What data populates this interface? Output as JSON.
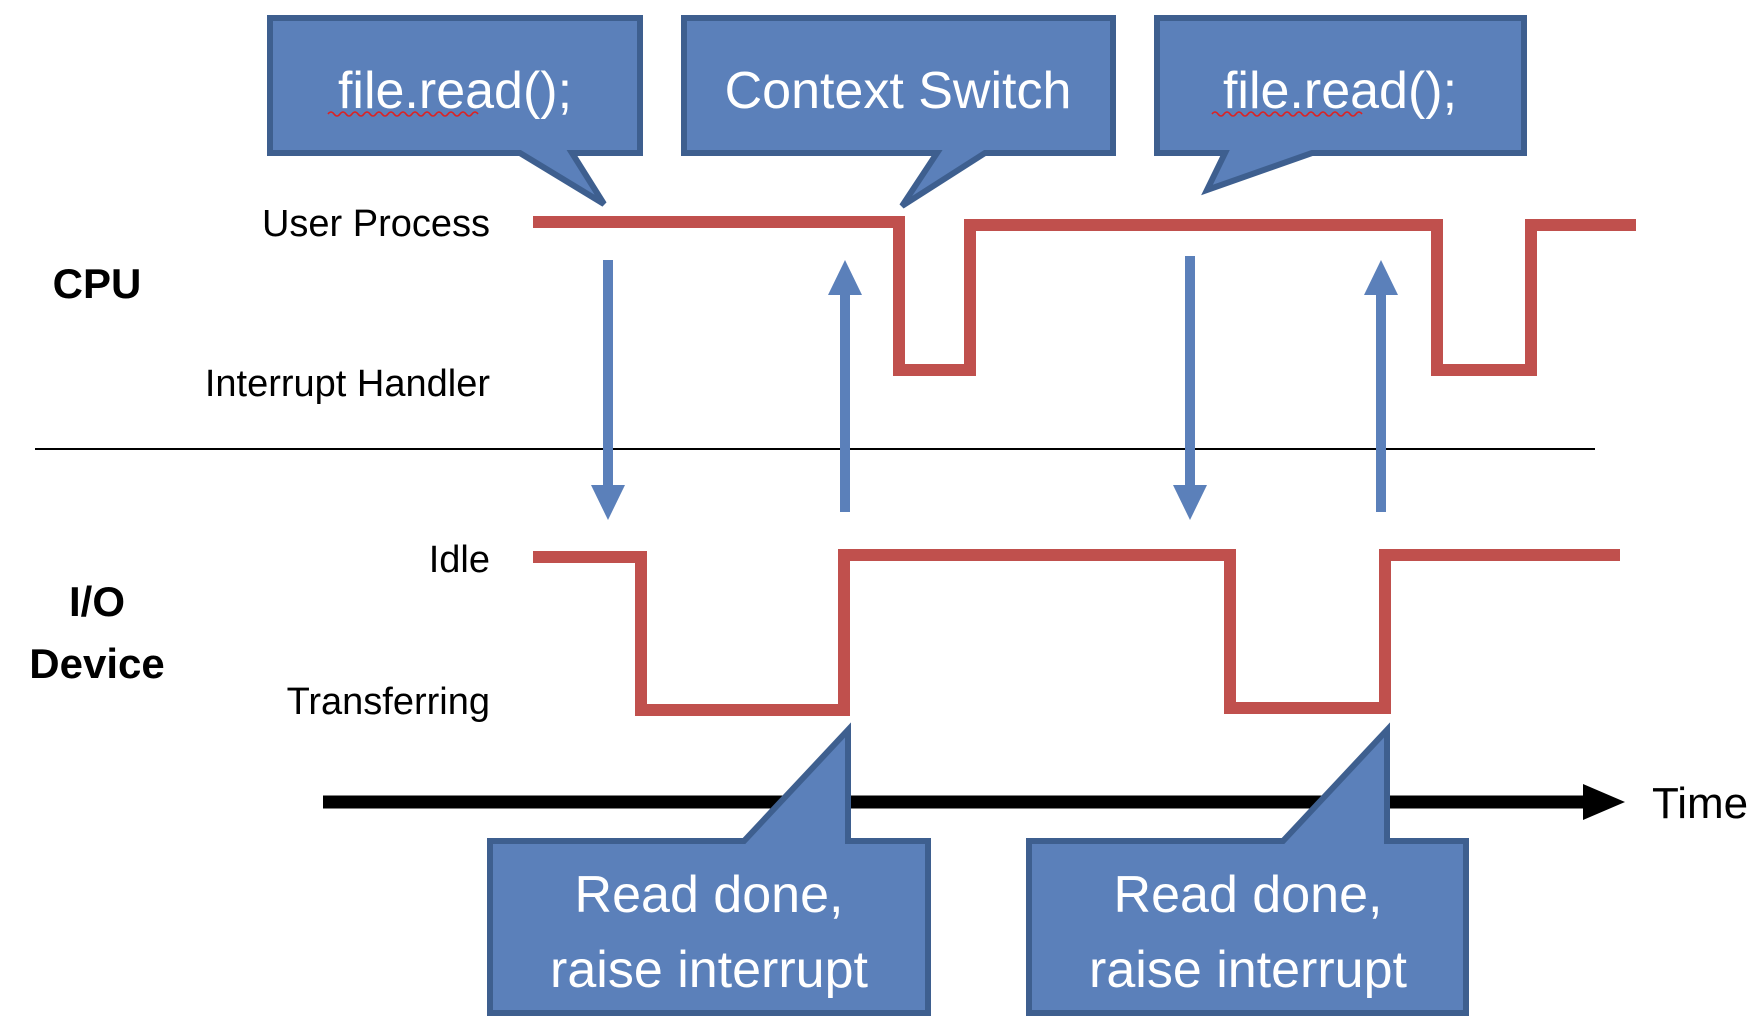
{
  "groups": {
    "cpu": "CPU",
    "io_line1": "I/O",
    "io_line2": "Device"
  },
  "levels": {
    "user_process": "User Process",
    "interrupt_handler": "Interrupt Handler",
    "idle": "Idle",
    "transferring": "Transferring"
  },
  "time_label": "Time",
  "callouts": [
    {
      "line1": "file.read();"
    },
    {
      "line1": "Context Switch"
    },
    {
      "line1": "file.read();"
    },
    {
      "line1": "Read done,",
      "line2": "raise interrupt"
    },
    {
      "line1": "Read done,",
      "line2": "raise interrupt"
    }
  ],
  "colors": {
    "signal": "#c0504d",
    "callout_fill": "#5b80ba",
    "callout_border": "#3e5f8f",
    "arrow": "#5b80ba"
  }
}
